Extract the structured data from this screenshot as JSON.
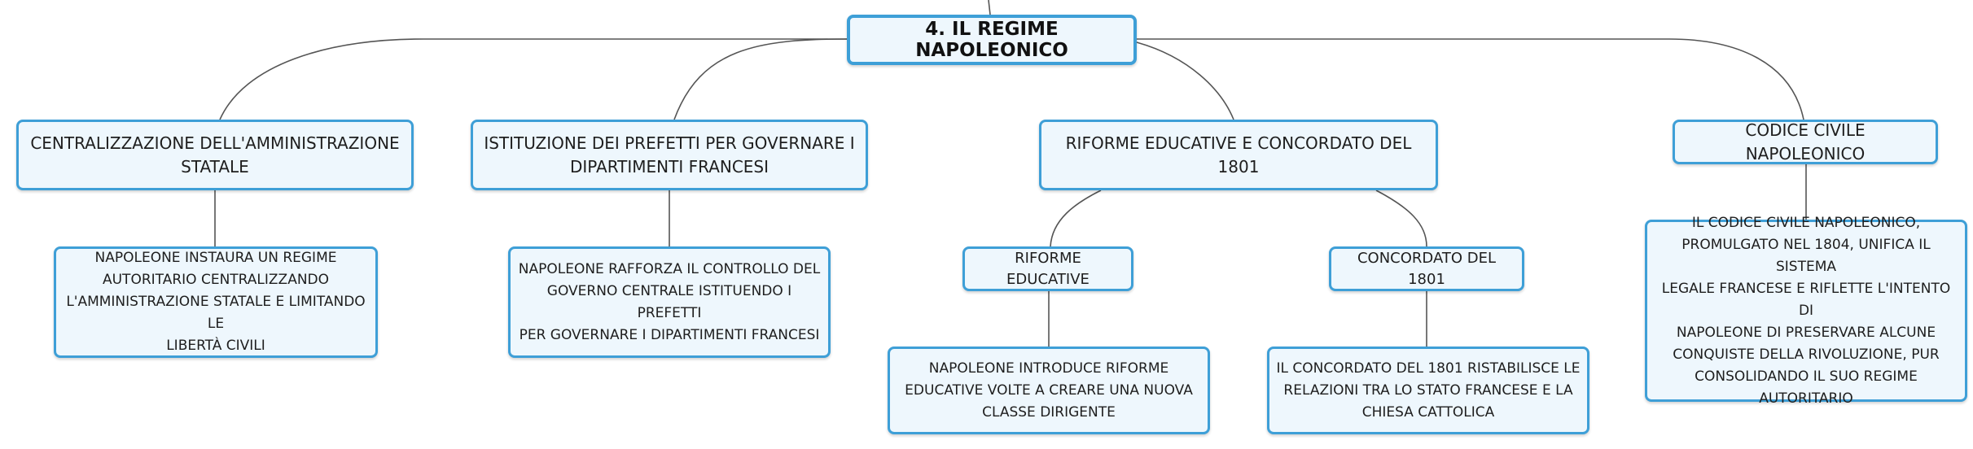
{
  "colors": {
    "node_fill": "#eef7fd",
    "node_border": "#3e9fd7",
    "connector": "#555555"
  },
  "diagram": {
    "root": {
      "label": "4. IL REGIME NAPOLEONICO"
    },
    "branches": [
      {
        "label": "CENTRALIZZAZIONE DELL'AMMINISTRAZIONE\nSTATALE",
        "detail": "NAPOLEONE INSTAURA UN REGIME\nAUTORITARIO CENTRALIZZANDO\nL'AMMINISTRAZIONE STATALE E LIMITANDO LE\nLIBERTÀ CIVILI"
      },
      {
        "label": "ISTITUZIONE DEI PREFETTI PER GOVERNARE I\nDIPARTIMENTI FRANCESI",
        "detail": "NAPOLEONE RAFFORZA IL CONTROLLO DEL\nGOVERNO CENTRALE ISTITUENDO I PREFETTI\nPER GOVERNARE I DIPARTIMENTI FRANCESI"
      },
      {
        "label": "RIFORME EDUCATIVE E CONCORDATO DEL 1801",
        "children": [
          {
            "label": "RIFORME EDUCATIVE",
            "detail": "NAPOLEONE INTRODUCE RIFORME\nEDUCATIVE VOLTE A CREARE UNA NUOVA\nCLASSE DIRIGENTE"
          },
          {
            "label": "CONCORDATO DEL 1801",
            "detail": "IL CONCORDATO DEL 1801 RISTABILISCE LE\nRELAZIONI TRA LO STATO FRANCESE E LA\nCHIESA CATTOLICA"
          }
        ]
      },
      {
        "label": "CODICE CIVILE NAPOLEONICO",
        "detail": "IL CODICE CIVILE NAPOLEONICO,\nPROMULGATO NEL 1804, UNIFICA IL SISTEMA\nLEGALE FRANCESE E RIFLETTE L'INTENTO DI\nNAPOLEONE DI PRESERVARE ALCUNE\nCONQUISTE DELLA RIVOLUZIONE, PUR\nCONSOLIDANDO IL SUO REGIME\nAUTORITARIO"
      }
    ]
  }
}
